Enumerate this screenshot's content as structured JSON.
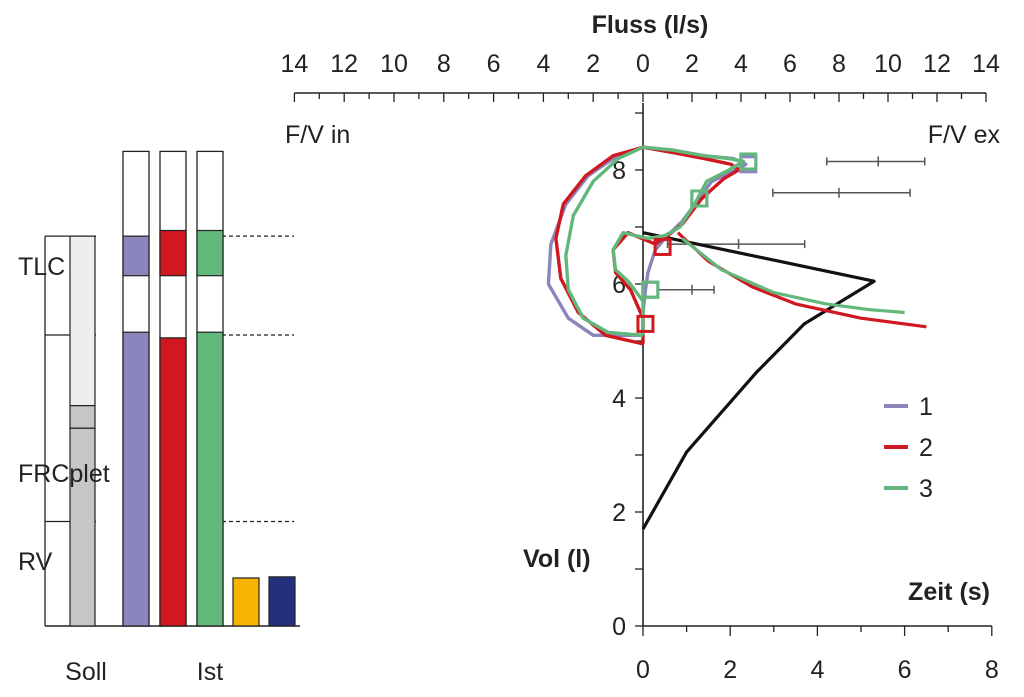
{
  "chart_data": [
    {
      "type": "bar",
      "groups": {
        "soll_label": "Soll",
        "ist_label": "Ist"
      },
      "level_labels": [
        "TLC",
        "FRCplet",
        "RV"
      ],
      "bars": [
        {
          "group": "Soll",
          "color": "#c4c7c6",
          "upper_color": "#eeeeee",
          "base": 0,
          "segments": [
            [
              0,
              3.5
            ],
            [
              3.5,
              3.9
            ],
            [
              3.9,
              6.9
            ]
          ]
        },
        {
          "group": "Ist",
          "series": "1",
          "color": "#8a86bd",
          "segments": [
            [
              0,
              5.2
            ],
            [
              6.2,
              6.9
            ]
          ],
          "outline_top": 8.4
        },
        {
          "group": "Ist",
          "series": "2",
          "color": "#cf1820",
          "segments": [
            [
              0,
              5.1
            ],
            [
              6.2,
              7.0
            ]
          ],
          "outline_top": 8.4
        },
        {
          "group": "Ist",
          "series": "3",
          "color": "#62b77b",
          "segments": [
            [
              0,
              5.2
            ],
            [
              6.2,
              7.0
            ]
          ],
          "outline_top": 8.4
        },
        {
          "group": "Ist",
          "color": "#f7b400",
          "segments": [
            [
              0,
              0.85
            ]
          ]
        },
        {
          "group": "Ist",
          "color": "#23307e",
          "segments": [
            [
              0,
              0.87
            ]
          ]
        }
      ],
      "reference_levels": [
        6.9,
        5.15,
        1.85
      ]
    },
    {
      "type": "line",
      "x_axis_top": {
        "title": "Fluss (l/s)",
        "left_ticks": [
          "14",
          "12",
          "10",
          "8",
          "6",
          "4",
          "2"
        ],
        "right_ticks": [
          "0",
          "2",
          "4",
          "6",
          "8",
          "10",
          "12",
          "14"
        ],
        "left_annotation": "F/V in",
        "right_annotation": "F/V ex"
      },
      "y_axis": {
        "title": "Vol (l)",
        "ticks": [
          "0",
          "2",
          "4",
          "6",
          "8"
        ],
        "range": [
          0,
          9
        ]
      },
      "x_axis_bottom": {
        "title": "Zeit (s)",
        "ticks": [
          "0",
          "2",
          "4",
          "6",
          "8"
        ],
        "range": [
          0,
          8
        ]
      },
      "legend": {
        "position": "right",
        "entries": [
          {
            "label": "1",
            "color": "#8a86bd"
          },
          {
            "label": "2",
            "color": "#cf1820"
          },
          {
            "label": "3",
            "color": "#62b77b"
          }
        ]
      },
      "flow_volume_loops": [
        {
          "series": "1",
          "color": "#8a86bd",
          "points": [
            [
              0,
              5.1
            ],
            [
              -2,
              5.1
            ],
            [
              -3,
              5.4
            ],
            [
              -3.8,
              6.0
            ],
            [
              -3.7,
              6.7
            ],
            [
              -3.1,
              7.4
            ],
            [
              -2.2,
              7.9
            ],
            [
              -1.2,
              8.2
            ],
            [
              0,
              8.4
            ],
            [
              1.2,
              8.35
            ],
            [
              2.5,
              8.25
            ],
            [
              3.7,
              8.2
            ],
            [
              4.2,
              8.1
            ],
            [
              3.8,
              8.0
            ],
            [
              2.8,
              7.8
            ],
            [
              2.3,
              7.5
            ],
            [
              1.6,
              7.1
            ],
            [
              1.0,
              6.85
            ],
            [
              0.5,
              6.6
            ],
            [
              0.2,
              6.2
            ],
            [
              0.1,
              5.9
            ],
            [
              0,
              5.5
            ],
            [
              0,
              5.1
            ]
          ]
        },
        {
          "series": "2",
          "color": "#cf1820",
          "points": [
            [
              0,
              4.95
            ],
            [
              -1.5,
              5.1
            ],
            [
              -2.6,
              5.5
            ],
            [
              -3.3,
              6.1
            ],
            [
              -3.5,
              6.8
            ],
            [
              -3.2,
              7.4
            ],
            [
              -2.3,
              7.9
            ],
            [
              -1.2,
              8.25
            ],
            [
              0,
              8.4
            ],
            [
              1.3,
              8.3
            ],
            [
              2.5,
              8.2
            ],
            [
              3.6,
              8.1
            ],
            [
              3.9,
              8.0
            ],
            [
              3.3,
              7.85
            ],
            [
              2.4,
              7.5
            ],
            [
              1.6,
              7.05
            ],
            [
              1.0,
              6.85
            ],
            [
              0.5,
              6.7
            ],
            [
              -0.6,
              6.9
            ],
            [
              -1.2,
              6.6
            ],
            [
              -1.1,
              6.2
            ],
            [
              -0.5,
              5.9
            ],
            [
              0,
              5.4
            ],
            [
              0,
              4.95
            ]
          ]
        },
        {
          "series": "3",
          "color": "#62b77b",
          "points": [
            [
              0,
              5.1
            ],
            [
              -1.4,
              5.15
            ],
            [
              -2.4,
              5.4
            ],
            [
              -3.0,
              5.9
            ],
            [
              -3.1,
              6.5
            ],
            [
              -2.8,
              7.2
            ],
            [
              -2.0,
              7.8
            ],
            [
              -1.0,
              8.2
            ],
            [
              0,
              8.4
            ],
            [
              1.2,
              8.35
            ],
            [
              2.5,
              8.25
            ],
            [
              3.5,
              8.2
            ],
            [
              4.1,
              8.15
            ],
            [
              3.5,
              8.0
            ],
            [
              2.6,
              7.8
            ],
            [
              2.1,
              7.4
            ],
            [
              1.5,
              7.0
            ],
            [
              0.9,
              6.85
            ],
            [
              0.2,
              6.8
            ],
            [
              -0.8,
              6.9
            ],
            [
              -1.2,
              6.6
            ],
            [
              -1.1,
              6.25
            ],
            [
              -0.6,
              6.05
            ],
            [
              0,
              5.7
            ],
            [
              0,
              5.1
            ]
          ]
        }
      ],
      "markers": [
        {
          "series": "1",
          "color": "#8a86bd",
          "points": [
            [
              4.3,
              8.1
            ],
            [
              2.3,
              7.5
            ],
            [
              0.3,
              5.9
            ]
          ]
        },
        {
          "series": "3",
          "color": "#62b77b",
          "points": [
            [
              4.3,
              8.15
            ],
            [
              2.3,
              7.5
            ],
            [
              0.3,
              5.9
            ]
          ]
        },
        {
          "series": "2",
          "color": "#cf1820",
          "points": [
            [
              0.8,
              6.65
            ],
            [
              0.1,
              5.3
            ]
          ]
        }
      ],
      "error_bars": [
        {
          "center": 9.6,
          "low": 7.5,
          "high": 11.5,
          "y": 8.15
        },
        {
          "center": 8.0,
          "low": 5.3,
          "high": 10.9,
          "y": 7.6
        },
        {
          "center": 3.9,
          "low": 1.0,
          "high": 6.6,
          "y": 6.7
        },
        {
          "center": 2.0,
          "low": 0.6,
          "high": 2.9,
          "y": 5.9
        }
      ],
      "time_volume_curves": [
        {
          "series": "black",
          "color": "#111111",
          "points": [
            [
              0,
              1.7
            ],
            [
              1,
              3.05
            ],
            [
              2.6,
              4.45
            ],
            [
              3.7,
              5.3
            ],
            [
              5.3,
              6.05
            ],
            [
              0,
              6.9
            ]
          ]
        },
        {
          "series": "2",
          "color": "#cf1820",
          "points": [
            [
              0.8,
              6.9
            ],
            [
              1.5,
              6.4
            ],
            [
              2.5,
              5.95
            ],
            [
              3.5,
              5.65
            ],
            [
              5,
              5.4
            ],
            [
              6.5,
              5.25
            ]
          ]
        },
        {
          "series": "3",
          "color": "#62b77b",
          "points": [
            [
              0.9,
              6.8
            ],
            [
              1.8,
              6.25
            ],
            [
              3.0,
              5.85
            ],
            [
              4.2,
              5.65
            ],
            [
              5.2,
              5.55
            ],
            [
              6.0,
              5.5
            ]
          ]
        }
      ]
    }
  ]
}
